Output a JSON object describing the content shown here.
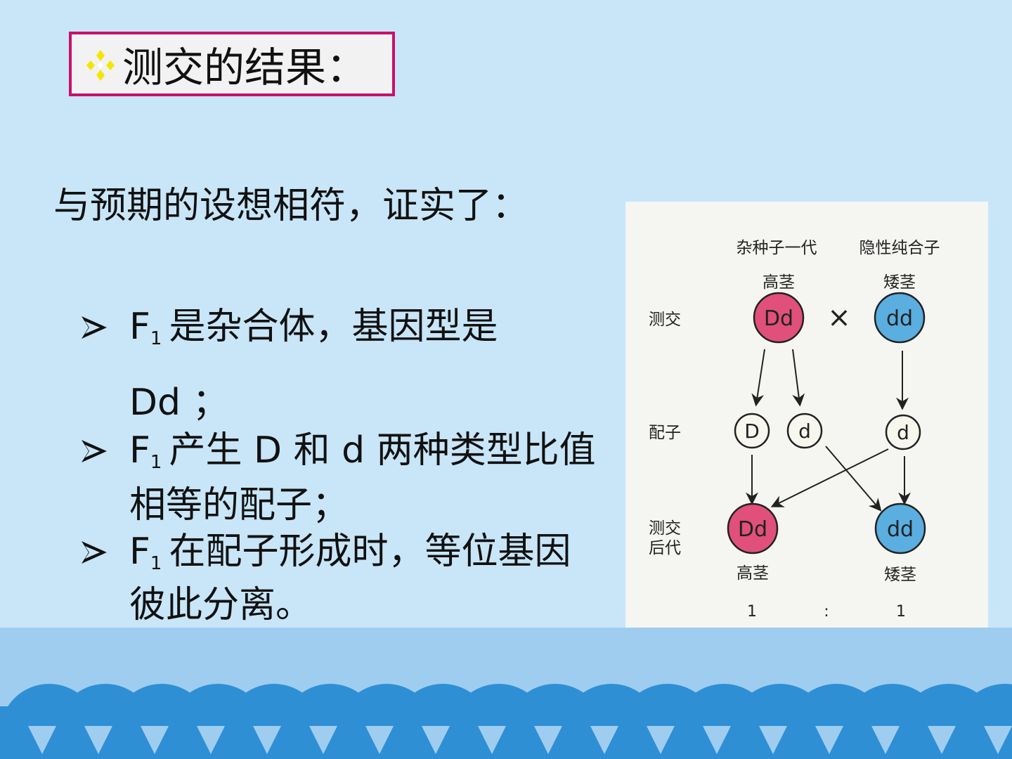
{
  "title": "测交的结果：",
  "intro": "与预期的设想相符，证实了：",
  "bullets": [
    {
      "prefix": "F",
      "sub": "1",
      "line1": "是杂合体，基因型是",
      "line2": "Dd ；"
    },
    {
      "prefix": "F",
      "sub": "1",
      "line1": "产生 D 和 d 两种类型比值",
      "line2": "相等的配子；"
    },
    {
      "prefix": "F",
      "sub": "1",
      "line1": "在配子形成时，等位基因",
      "line2": "彼此分离。"
    }
  ],
  "figure": {
    "header_left": "杂种子一代",
    "header_right": "隐性纯合子",
    "parent_left_label": "高茎",
    "parent_right_label": "矮茎",
    "cross_symbol": "×",
    "parent_left_genotype": "Dd",
    "parent_right_genotype": "dd",
    "row_label_1": "测交",
    "row_label_2": "配子",
    "row_label_3a": "测交",
    "row_label_3b": "后代",
    "gamete_1": "D",
    "gamete_2": "d",
    "gamete_3": "d",
    "offspring_left_genotype": "Dd",
    "offspring_right_genotype": "dd",
    "offspring_left_label": "高茎",
    "offspring_right_label": "矮茎",
    "ratio_left": "1",
    "ratio_colon": ":",
    "ratio_right": "1"
  },
  "colors": {
    "background": "#c8e6f8",
    "title_border": "#c8106a",
    "dominant_circle": "#e0507a",
    "recessive_circle": "#5aaee0",
    "wave_blue": "#2f8fd4"
  }
}
